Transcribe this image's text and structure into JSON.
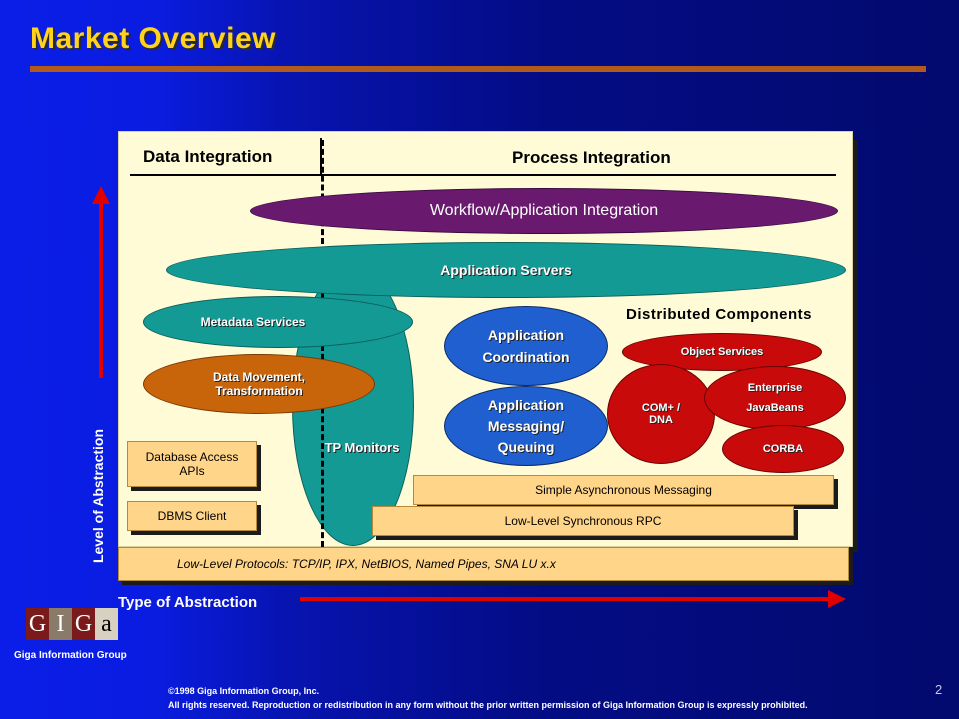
{
  "title": "Market Overview",
  "columns": {
    "left": "Data Integration",
    "right": "Process Integration"
  },
  "ellipses": {
    "workflow": "Workflow/Application Integration",
    "app_servers": "Application Servers",
    "metadata": "Metadata Services",
    "data_movement": "Data Movement, Transformation",
    "tp_monitors": "TP Monitors",
    "app_coordination": "Application Coordination",
    "app_messaging": "Application Messaging/ Queuing",
    "object_services": "Object Services",
    "com_dna": "COM+ / DNA",
    "ejb": "Enterprise JavaBeans",
    "corba": "CORBA"
  },
  "distributed_components": "Distributed Components",
  "boxes": {
    "db_apis": "Database Access APIs",
    "dbms_client": "DBMS Client",
    "async_msg": "Simple Asynchronous Messaging",
    "sync_rpc": "Low-Level Synchronous RPC",
    "protocols": "Low-Level Protocols: TCP/IP, IPX, NetBIOS, Named Pipes, SNA LU x.x"
  },
  "axes": {
    "y": "Level of Abstraction",
    "x": "Type of Abstraction"
  },
  "logo_letters": [
    "G",
    "I",
    "G",
    "a"
  ],
  "company": "Giga Information Group",
  "copyright_line1": "©1998 Giga Information Group, Inc.",
  "copyright_line2": "All rights reserved. Reproduction or redistribution in any form without the prior written permission of Giga Information Group is expressly prohibited.",
  "page_number": "2",
  "colors": {
    "title": "#ffd21e",
    "rule": "#b05a1c",
    "purple": "#6a1a6e",
    "teal": "#139a94",
    "blue": "#1f5fd0",
    "red": "#c80a0a",
    "orange": "#c8640a",
    "box": "#ffd58a",
    "arrow": "#e00000"
  }
}
